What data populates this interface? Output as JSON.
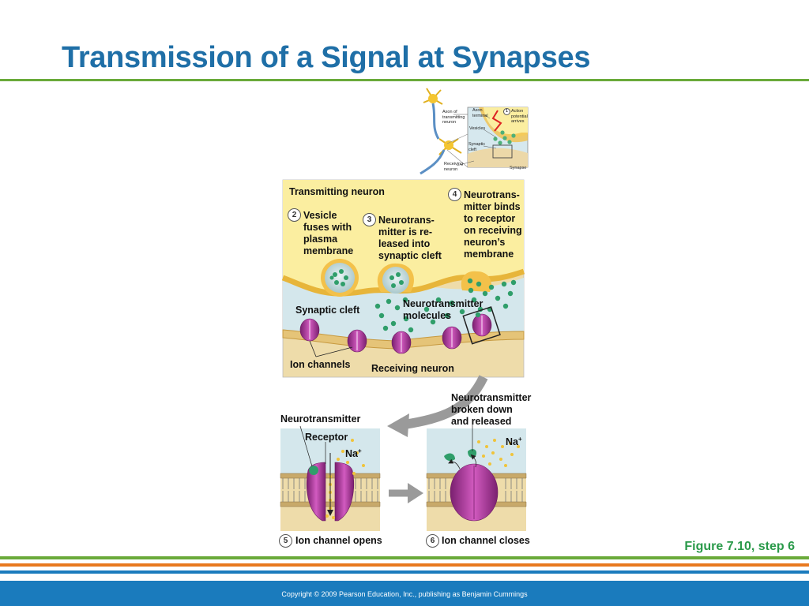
{
  "title": "Transmission of a Signal at Synapses",
  "overview": {
    "axon_label": "Axon of transmitting neuron",
    "receiving_label": "Receiving neuron",
    "axon_terminal": "Axon terminal",
    "vesicles": "Vesicles",
    "synaptic_cleft": "Synaptic cleft",
    "step1_number": "1",
    "step1_label": "Action potential arrives",
    "synapse": "Synapse"
  },
  "main_panel": {
    "transmitting_neuron": "Transmitting neuron",
    "step2_number": "2",
    "step2_label": [
      "Vesicle",
      "fuses with",
      "plasma",
      "membrane"
    ],
    "step3_number": "3",
    "step3_label": [
      "Neurotrans-",
      "mitter is re-",
      "leased into",
      "synaptic cleft"
    ],
    "step4_number": "4",
    "step4_label": [
      "Neurotrans-",
      "mitter binds",
      "to receptor",
      "on receiving",
      "neuron’s",
      "membrane"
    ],
    "neurotransmitter_molecules": [
      "Neurotransmitter",
      "molecules"
    ],
    "synaptic_cleft": "Synaptic cleft",
    "ion_channels": "Ion channels",
    "receiving_neuron": "Receiving neuron"
  },
  "panel5": {
    "neurotransmitter": "Neurotransmitter",
    "receptor": "Receptor",
    "na": "Na",
    "na_sup": "+",
    "step_number": "5",
    "caption": "Ion channel opens"
  },
  "panel6": {
    "broken_down": [
      "Neurotransmitter",
      "broken down",
      "and released"
    ],
    "na": "Na",
    "na_sup": "+",
    "step_number": "6",
    "caption": "Ion channel closes"
  },
  "figure_caption": "Figure 7.10, step 6",
  "copyright": "Copyright © 2009 Pearson Education, Inc., publishing as Benjamin Cummings",
  "colors": {
    "title": "#1f6fa7",
    "green_rule": "#6aaa3a",
    "orange_rule": "#e8791f",
    "blue_rule": "#1a7bbd",
    "cytoplasm": "#fbeea0",
    "cleft": "#d4e7ec",
    "receiving": "#ecd8a8",
    "neurotransmitter": "#2f9e6a",
    "ion_channel": "#b0349a",
    "sodium": "#f0c43a",
    "caption_green": "#2a9a4a"
  }
}
